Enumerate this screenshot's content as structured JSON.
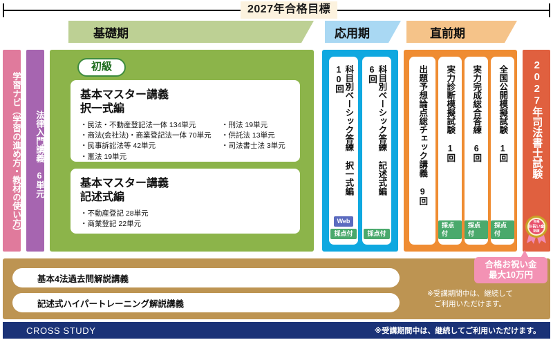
{
  "timeline": {
    "goal_label": "2027年合格目標"
  },
  "phases": [
    {
      "id": "kiso",
      "label": "基礎期",
      "color": "#bdd094"
    },
    {
      "id": "ouyou",
      "label": "応用期",
      "color": "#a9d8f3"
    },
    {
      "id": "chokuzen",
      "label": "直前期",
      "color": "#f5c389"
    }
  ],
  "rails": {
    "navi": {
      "label": "学習ナビ（学習の進め方・教材の使い方）",
      "color": "#e07a9c"
    },
    "nyumon": {
      "label": "法律入門講義　6単元",
      "color": "#a665b0"
    }
  },
  "kiso": {
    "color": "#8cb44a",
    "badge": "初級",
    "boxes": [
      {
        "title_line1": "基本マスター講義",
        "title_line2": "択一式編",
        "col1": [
          "・民法・不動産登記法一体 134単元",
          "・商法(会社法)・商業登記法一体 70単元",
          "・民事訴訟法等 42単元",
          "・憲法 19単元"
        ],
        "col2": [
          "・刑法 19単元",
          "・供託法 13単元",
          "・司法書士法 3単元"
        ]
      },
      {
        "title_line1": "基本マスター講義",
        "title_line2": "記述式編",
        "col1": [
          "・不動産登記 28単元",
          "・商業登記 22単元"
        ],
        "col2": []
      }
    ],
    "note": "※受講期間中は、継続してご利用いただけます。"
  },
  "ouyou": {
    "color": "#0fa8e0",
    "cards": [
      {
        "text": "科目別ベーシック答練 択一式編 10回",
        "badges": [
          "Web",
          "採点付"
        ]
      },
      {
        "text": "科目別ベーシック答練 記述式編 6回",
        "badges": [
          "採点付"
        ]
      }
    ]
  },
  "chokuzen": {
    "color": "#ef8c32",
    "cards": [
      {
        "text": "出題予想論点総チェック講義 9回",
        "badges": []
      },
      {
        "text": "実力診断模擬試験 1回",
        "badges": [
          "採点付"
        ]
      },
      {
        "text": "実力完成総合答練 6回",
        "badges": [
          "採点付"
        ]
      },
      {
        "text": "全国公開模擬試験 1回",
        "badges": [
          "採点付"
        ]
      }
    ]
  },
  "exam": {
    "color": "#e0603f",
    "label": "2027年司法書士試験",
    "seal": {
      "top_text": "合格",
      "main_text": "お祝い金",
      "sub_text": "制度"
    }
  },
  "bottom": {
    "color": "#bd9452",
    "items": [
      "基本4法過去問解説講義",
      "記述式ハイパートレーニング解説講義"
    ],
    "note_line1": "※受講期間中は、継続して",
    "note_line2": "ご利用いただけます。"
  },
  "bonus_bubble": {
    "line1": "合格お祝い金",
    "line2": "最大10万円",
    "color": "#f392b4"
  },
  "footer": {
    "brand": "CROSS STUDY",
    "note": "※受講期間中は、継続してご利用いただけます。",
    "color": "#1a3277"
  }
}
